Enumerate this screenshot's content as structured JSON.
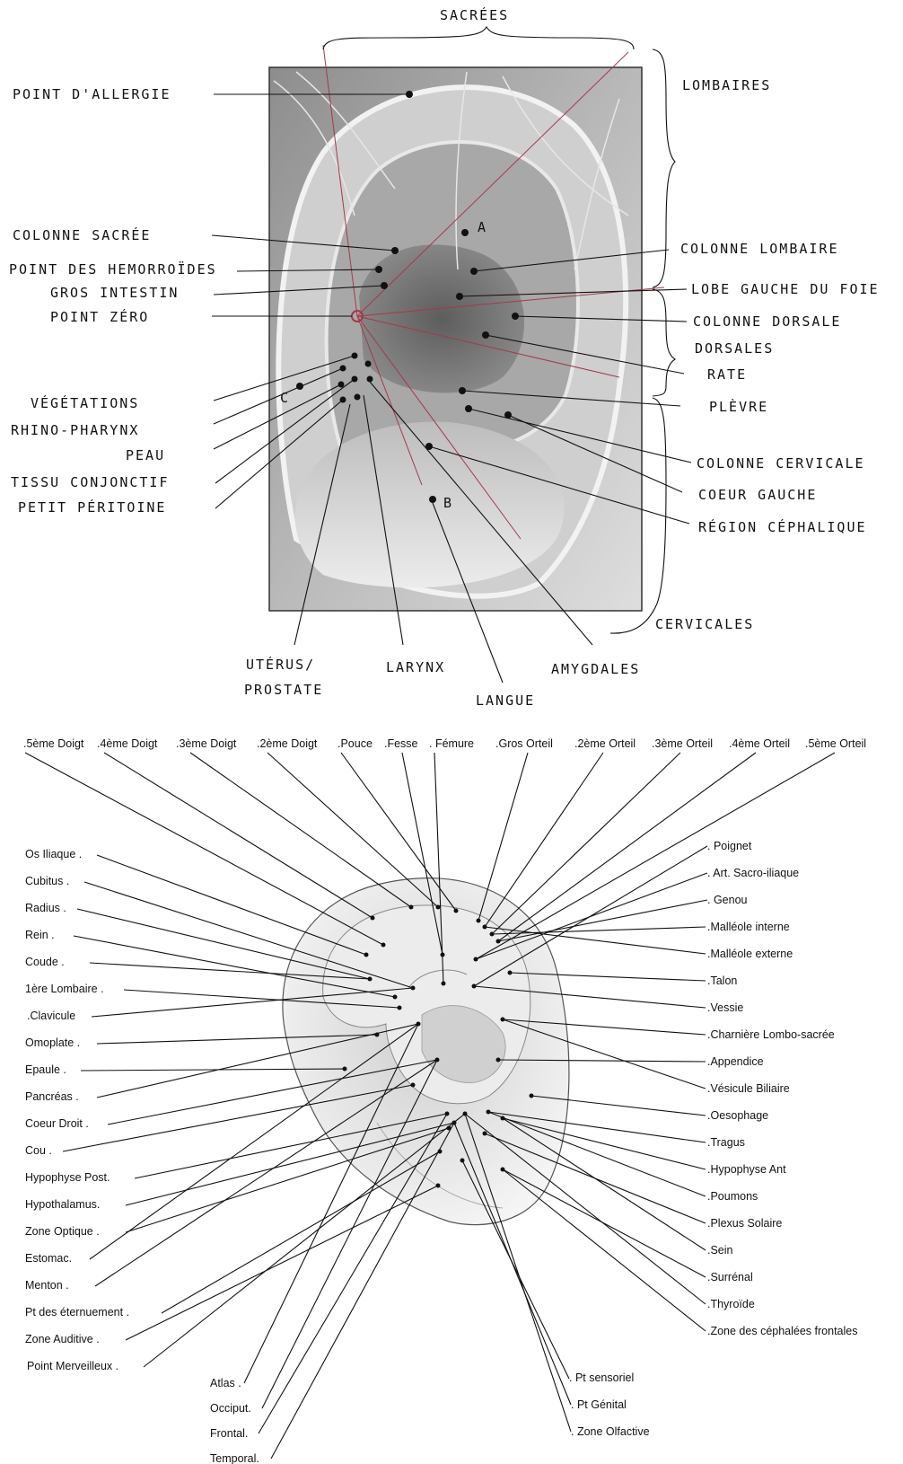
{
  "top_diagram": {
    "photo_labels": {
      "A": "A",
      "B": "B",
      "C": "C"
    },
    "brace_labels": {
      "sacrees": "SACRÉES",
      "lombaires": "LOMBAIRES",
      "dorsales": "DORSALES",
      "cervicales": "CERVICALES"
    },
    "left_labels": [
      "POINT D'ALLERGIE",
      "COLONNE SACRÉE",
      "POINT DES HEMORROÏDES",
      "GROS INTESTIN",
      "POINT ZÉRO",
      "VÉGÉTATIONS",
      "RHINO-PHARYNX",
      "PEAU",
      "TISSU CONJONCTIF",
      "PETIT PÉRITOINE"
    ],
    "right_labels": [
      "COLONNE LOMBAIRE",
      "LOBE GAUCHE DU FOIE",
      "COLONNE DORSALE",
      "RATE",
      "PLÈVRE",
      "COLONNE CERVICALE",
      "COEUR GAUCHE",
      "RÉGION CÉPHALIQUE"
    ],
    "bottom_labels": [
      "UTÉRUS/",
      "PROSTATE",
      "LARYNX",
      "LANGUE",
      "AMYGDALES"
    ]
  },
  "bottom_diagram": {
    "top_labels": [
      ".5ème Doigt",
      ".4ème Doigt",
      ".3ème Doigt",
      ".2ème Doigt",
      ".Pouce",
      ".Fesse",
      ". Fémure",
      ".Gros Orteil",
      ".2ème Orteil",
      ".3ème Orteil",
      ".4ème Orteil",
      ".5ème Orteil"
    ],
    "left_labels": [
      "Os Iliaque .",
      "Cubitus .",
      "Radius .",
      "Rein .",
      "Coude .",
      "1ère Lombaire .",
      ".Clavicule",
      "Omoplate .",
      "Epaule .",
      "Pancréas .",
      "Coeur Droit .",
      "Cou .",
      "Hypophyse Post.",
      "Hypothalamus.",
      "Zone Optique .",
      "Estomac.",
      "Menton .",
      "Pt des éternuement .",
      "Zone Auditive .",
      "Point Merveilleux ."
    ],
    "right_labels": [
      ". Poignet",
      ". Art. Sacro-iliaque",
      ". Genou",
      ".Malléole interne",
      ".Malléole externe",
      ".Talon",
      ".Vessie",
      ".Charnière Lombo-sacrée",
      ".Appendice",
      ".Vésicule Biliaire",
      ".Oesophage",
      ".Tragus",
      ".Hypophyse Ant",
      ".Poumons",
      ".Plexus Solaire",
      ".Sein",
      ".Surrénal",
      ".Thyroïde",
      ".Zone des céphalées frontales"
    ],
    "bottom_left_labels": [
      "Atlas .",
      "Occiput.",
      "Frontal.",
      "Temporal."
    ],
    "bottom_right_labels": [
      ". Pt sensoriel",
      ". Pt Génital",
      ". Zone Olfactive"
    ]
  }
}
